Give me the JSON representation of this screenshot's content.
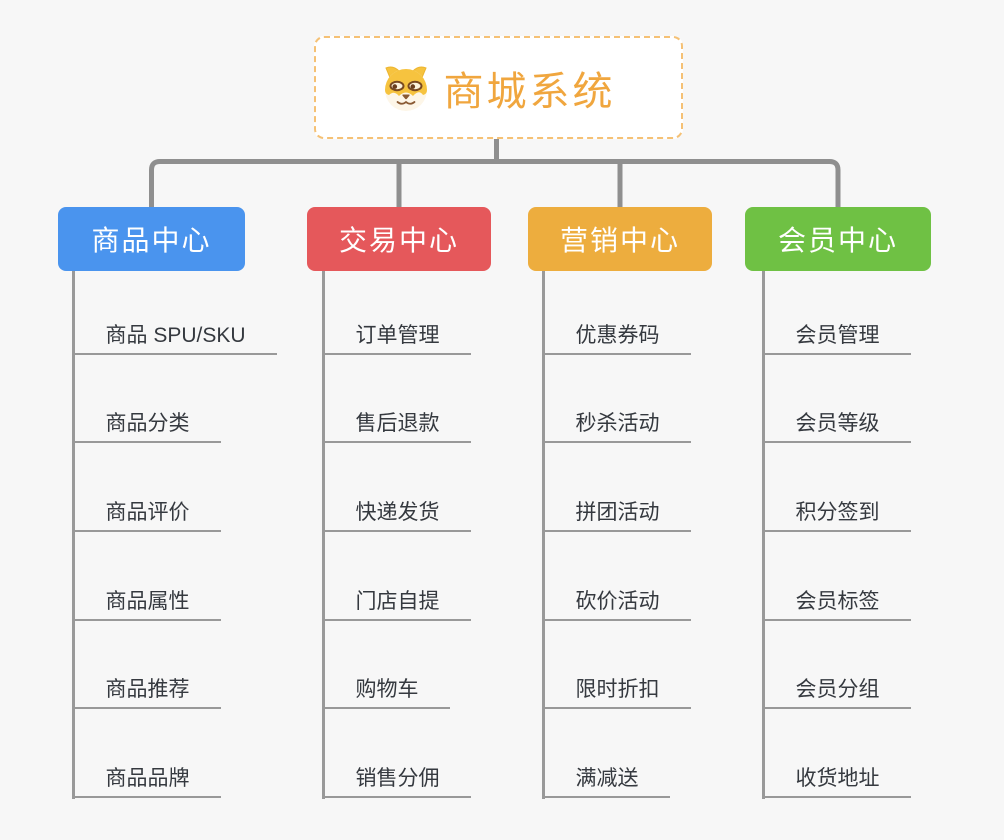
{
  "root": {
    "title": "商城系统",
    "icon": "doge-icon",
    "title_color": "#F0A63E",
    "border_color": "#F5C175"
  },
  "branches": [
    {
      "label": "商品中心",
      "color": "#4A94EE",
      "children": [
        "商品 SPU/SKU",
        "商品分类",
        "商品评价",
        "商品属性",
        "商品推荐",
        "商品品牌"
      ]
    },
    {
      "label": "交易中心",
      "color": "#E5585B",
      "children": [
        "订单管理",
        "售后退款",
        "快递发货",
        "门店自提",
        "购物车",
        "销售分佣"
      ]
    },
    {
      "label": "营销中心",
      "color": "#EDAD3E",
      "children": [
        "优惠券码",
        "秒杀活动",
        "拼团活动",
        "砍价活动",
        "限时折扣",
        "满减送"
      ]
    },
    {
      "label": "会员中心",
      "color": "#6FC144",
      "children": [
        "会员管理",
        "会员等级",
        "积分签到",
        "会员标签",
        "会员分组",
        "收货地址"
      ]
    }
  ],
  "colors": {
    "background": "#F7F7F7",
    "connector": "#8F8F8F",
    "leaf_line": "#999999",
    "leaf_text": "#35393F"
  }
}
